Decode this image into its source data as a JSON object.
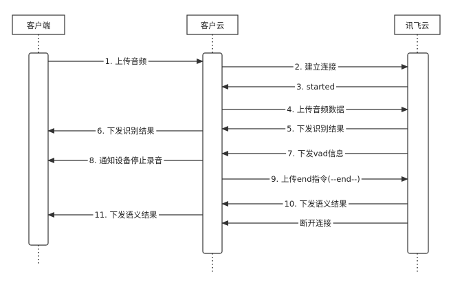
{
  "participants": [
    {
      "id": "client",
      "label": "客户端"
    },
    {
      "id": "cloud",
      "label": "客户云"
    },
    {
      "id": "iflytek",
      "label": "讯飞云"
    }
  ],
  "messages": [
    {
      "from": "client",
      "to": "cloud",
      "label": "1. 上传音频"
    },
    {
      "from": "cloud",
      "to": "iflytek",
      "label": "2. 建立连接"
    },
    {
      "from": "iflytek",
      "to": "cloud",
      "label": "3. started"
    },
    {
      "from": "cloud",
      "to": "iflytek",
      "label": "4. 上传音频数据"
    },
    {
      "from": "iflytek",
      "to": "cloud",
      "label": "5. 下发识别结果"
    },
    {
      "from": "cloud",
      "to": "client",
      "label": "6. 下发识别结果"
    },
    {
      "from": "iflytek",
      "to": "cloud",
      "label": "7. 下发vad信息"
    },
    {
      "from": "cloud",
      "to": "client",
      "label": "8. 通知设备停止录音"
    },
    {
      "from": "cloud",
      "to": "iflytek",
      "label": "9. 上传end指令(--end--)"
    },
    {
      "from": "iflytek",
      "to": "cloud",
      "label": "10. 下发语义结果"
    },
    {
      "from": "cloud",
      "to": "client",
      "label": "11. 下发语义结果"
    },
    {
      "from": "iflytek",
      "to": "cloud",
      "label": "断开连接"
    }
  ],
  "colors": {
    "line": "#333333",
    "box_fill": "#ffffff",
    "text": "#222222"
  }
}
